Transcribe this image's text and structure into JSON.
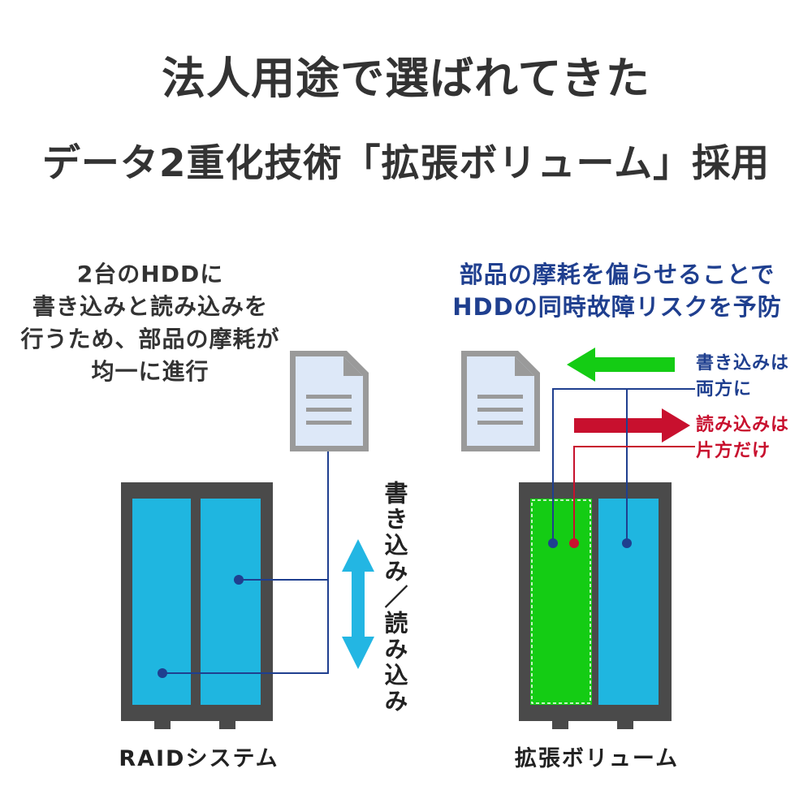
{
  "heading": {
    "line1": "法人用途で選ばれてきた",
    "line2": "データ2重化技術「拡張ボリューム」採用"
  },
  "raid": {
    "description": [
      "2台のHDDに",
      "書き込みと読み込みを",
      "行うため、部品の摩耗が",
      "均一に進行"
    ],
    "vertical_label": "書き込み／読み込み",
    "label": "RAIDシステム"
  },
  "extended": {
    "description": [
      "部品の摩耗を偏らせることで",
      "HDDの同時故障リスクを予防"
    ],
    "write_note": [
      "書き込みは",
      "両方に"
    ],
    "read_note": [
      "読み込みは",
      "片方だけ"
    ],
    "label": "拡張ボリューム"
  },
  "colors": {
    "heading": "#333333",
    "enclosure": "#4a4a4a",
    "drive_blue": "#1fb6e0",
    "drive_green": "#14cc14",
    "doc_fill": "#dde8f8",
    "doc_gray": "#9a9a9a",
    "write_color": "#1f3f8f",
    "read_color": "#c8102e",
    "arrow_blue": "#23b6e3"
  },
  "icons": [
    "document-icon",
    "double-arrow-icon",
    "arrow-left-icon",
    "arrow-right-icon"
  ]
}
